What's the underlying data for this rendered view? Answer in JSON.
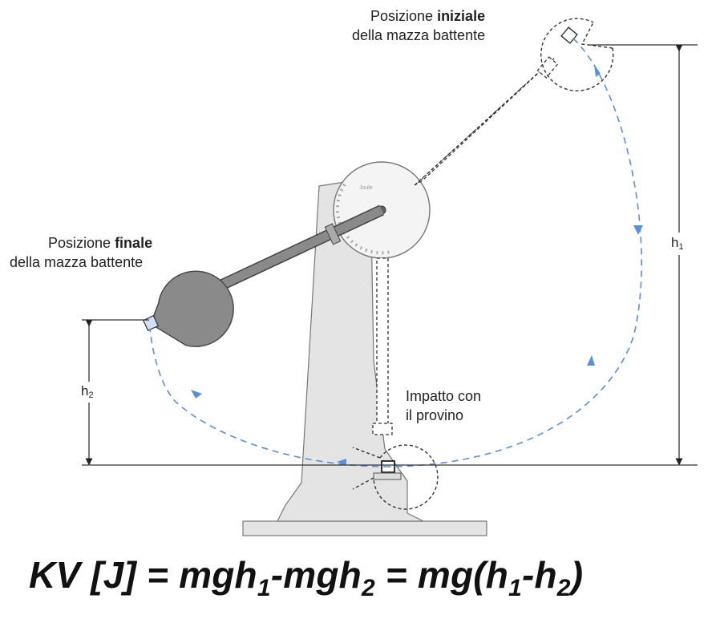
{
  "labels": {
    "initial_prefix": "Posizione ",
    "initial_bold": "iniziale",
    "initial_line2": "della mazza battente",
    "final_prefix": "Posizione ",
    "final_bold": "finale",
    "final_line2": "della mazza battente",
    "impact_line1": "Impatto con",
    "impact_line2": "il provino",
    "h1_base": "h",
    "h1_sub": "1",
    "h2_base": "h",
    "h2_sub": "2"
  },
  "formula": {
    "part1": "KV [J] = mgh",
    "sub1": "1",
    "part2": "-mgh",
    "sub2": "2",
    "part3": " = mg(h",
    "sub3": "1",
    "part4": "-h",
    "sub4": "2",
    "part5": ")"
  },
  "colors": {
    "trajectory": "#5b8fd6",
    "frame": "#e4e4e4",
    "hammer": "#8a8a8a",
    "pointer": "#c0392b"
  }
}
